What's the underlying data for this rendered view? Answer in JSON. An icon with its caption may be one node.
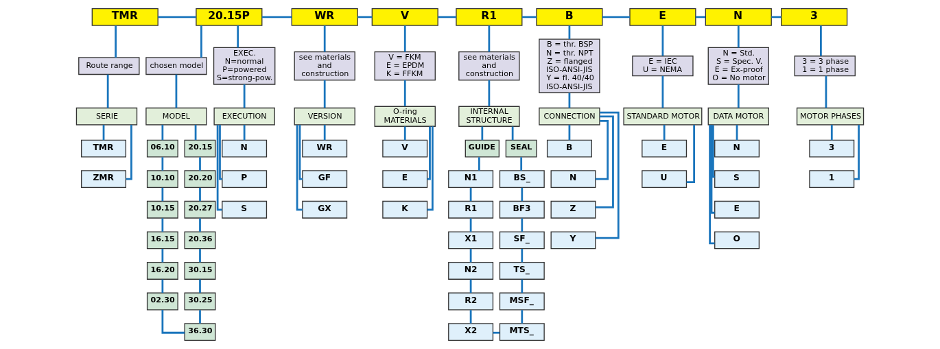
{
  "diagram": {
    "nodes": [
      {
        "text": [
          "TMR"
        ]
      },
      {
        "text": [
          "20.15P"
        ]
      },
      {
        "text": [
          "WR"
        ]
      },
      {
        "text": [
          "V"
        ]
      },
      {
        "text": [
          "R1"
        ]
      },
      {
        "text": [
          "B"
        ]
      },
      {
        "text": [
          "E"
        ]
      },
      {
        "text": [
          "N"
        ]
      },
      {
        "text": [
          "3"
        ]
      },
      {
        "text": [
          "Route range"
        ]
      },
      {
        "text": [
          "chosen model"
        ]
      },
      {
        "text": [
          "EXEC.",
          "N=normal",
          "P=powered",
          "S=strong-pow."
        ]
      },
      {
        "text": [
          "see materials and construction"
        ]
      },
      {
        "text": [
          "V = FKM",
          "E = EPDM",
          "K = FFKM"
        ]
      },
      {
        "text": [
          "see materials and construction"
        ]
      },
      {
        "text": [
          "B = thr. BSP",
          "N = thr. NPT",
          "Z = flanged ISO-ANSI-JIS",
          "Y = fl. 40/40 ISO-ANSI-JIS"
        ]
      },
      {
        "text": [
          "E = IEC",
          "U = NEMA"
        ]
      },
      {
        "text": [
          "N = Std.",
          "S = Spec. V.",
          "E = Ex-proof",
          "O = No motor"
        ]
      },
      {
        "text": [
          "3 = 3 phase",
          "1 = 1 phase"
        ]
      },
      {
        "text": [
          "SERIE"
        ]
      },
      {
        "text": [
          "MODEL"
        ]
      },
      {
        "text": [
          "EXECUTION"
        ]
      },
      {
        "text": [
          "VERSION"
        ]
      },
      {
        "text": [
          "O-ring MATERIALS"
        ]
      },
      {
        "text": [
          "INTERNAL STRUCTURE"
        ]
      },
      {
        "text": [
          "CONNECTION"
        ]
      },
      {
        "text": [
          "STANDARD MOTOR"
        ]
      },
      {
        "text": [
          "DATA MOTOR"
        ]
      },
      {
        "text": [
          "MOTOR PHASES"
        ]
      },
      {
        "text": [
          "TMR"
        ]
      },
      {
        "text": [
          "ZMR"
        ]
      },
      {
        "text": [
          "06.10"
        ]
      },
      {
        "text": [
          "10.10"
        ]
      },
      {
        "text": [
          "10.15"
        ]
      },
      {
        "text": [
          "16.15"
        ]
      },
      {
        "text": [
          "16.20"
        ]
      },
      {
        "text": [
          "02.30"
        ]
      },
      {
        "text": [
          "20.15"
        ]
      },
      {
        "text": [
          "20.20"
        ]
      },
      {
        "text": [
          "20.27"
        ]
      },
      {
        "text": [
          "20.36"
        ]
      },
      {
        "text": [
          "30.15"
        ]
      },
      {
        "text": [
          "30.25"
        ]
      },
      {
        "text": [
          "36.30"
        ]
      },
      {
        "text": [
          "N"
        ]
      },
      {
        "text": [
          "P"
        ]
      },
      {
        "text": [
          "S"
        ]
      },
      {
        "text": [
          "WR"
        ]
      },
      {
        "text": [
          "GF"
        ]
      },
      {
        "text": [
          "GX"
        ]
      },
      {
        "text": [
          "V"
        ]
      },
      {
        "text": [
          "E"
        ]
      },
      {
        "text": [
          "K"
        ]
      },
      {
        "text": [
          "GUIDE"
        ]
      },
      {
        "text": [
          "SEAL"
        ]
      },
      {
        "text": [
          "N1"
        ]
      },
      {
        "text": [
          "R1"
        ]
      },
      {
        "text": [
          "X1"
        ]
      },
      {
        "text": [
          "N2"
        ]
      },
      {
        "text": [
          "R2"
        ]
      },
      {
        "text": [
          "X2"
        ]
      },
      {
        "text": [
          "BS_"
        ]
      },
      {
        "text": [
          "BF3"
        ]
      },
      {
        "text": [
          "SF_"
        ]
      },
      {
        "text": [
          "TS_"
        ]
      },
      {
        "text": [
          "MSF_"
        ]
      },
      {
        "text": [
          "MTS_"
        ]
      },
      {
        "text": [
          "B"
        ]
      },
      {
        "text": [
          "N"
        ]
      },
      {
        "text": [
          "Z"
        ]
      },
      {
        "text": [
          "Y"
        ]
      },
      {
        "text": [
          "E"
        ]
      },
      {
        "text": [
          "U"
        ]
      },
      {
        "text": [
          "N"
        ]
      },
      {
        "text": [
          "S"
        ]
      },
      {
        "text": [
          "E"
        ]
      },
      {
        "text": [
          "O"
        ]
      },
      {
        "text": [
          "3"
        ]
      },
      {
        "text": [
          "1"
        ]
      }
    ],
    "edges": [
      {
        "from": 0,
        "to": 1,
        "arrow": "none"
      },
      {
        "from": 1,
        "to": 2,
        "arrow": "none"
      },
      {
        "from": 2,
        "to": 3,
        "arrow": "none"
      },
      {
        "from": 3,
        "to": 4,
        "arrow": "none"
      },
      {
        "from": 4,
        "to": 5,
        "arrow": "none"
      },
      {
        "from": 5,
        "to": 6,
        "arrow": "none"
      },
      {
        "from": 6,
        "to": 7,
        "arrow": "none"
      },
      {
        "from": 7,
        "to": 8,
        "arrow": "none"
      },
      {
        "from": 0,
        "to": 9,
        "arrow": "none"
      },
      {
        "from": 1,
        "to": 10,
        "arrow": "none"
      },
      {
        "from": 1,
        "to": 11,
        "arrow": "none"
      },
      {
        "from": 2,
        "to": 12,
        "arrow": "none"
      },
      {
        "from": 3,
        "to": 13,
        "arrow": "none"
      },
      {
        "from": 4,
        "to": 14,
        "arrow": "none"
      },
      {
        "from": 5,
        "to": 15,
        "arrow": "none"
      },
      {
        "from": 6,
        "to": 16,
        "arrow": "none"
      },
      {
        "from": 7,
        "to": 17,
        "arrow": "none"
      },
      {
        "from": 8,
        "to": 18,
        "arrow": "none"
      },
      {
        "from": 9,
        "to": 19,
        "arrow": "none"
      },
      {
        "from": 10,
        "to": 20,
        "arrow": "none"
      },
      {
        "from": 11,
        "to": 21,
        "arrow": "none"
      },
      {
        "from": 12,
        "to": 22,
        "arrow": "none"
      },
      {
        "from": 13,
        "to": 23,
        "arrow": "none"
      },
      {
        "from": 14,
        "to": 24,
        "arrow": "none"
      },
      {
        "from": 15,
        "to": 25,
        "arrow": "none"
      },
      {
        "from": 16,
        "to": 26,
        "arrow": "none"
      },
      {
        "from": 17,
        "to": 27,
        "arrow": "none"
      },
      {
        "from": 18,
        "to": 28,
        "arrow": "none"
      },
      {
        "from": 19,
        "to": 29,
        "arrow": "none"
      },
      {
        "from": 19,
        "to": 30,
        "arrow": "none"
      },
      {
        "from": 20,
        "to": 31,
        "arrow": "none"
      },
      {
        "from": 31,
        "to": 32,
        "arrow": "none"
      },
      {
        "from": 32,
        "to": 33,
        "arrow": "none"
      },
      {
        "from": 33,
        "to": 34,
        "arrow": "none"
      },
      {
        "from": 34,
        "to": 35,
        "arrow": "none"
      },
      {
        "from": 35,
        "to": 36,
        "arrow": "none"
      },
      {
        "from": 36,
        "to": 43,
        "arrow": "none"
      },
      {
        "from": 20,
        "to": 37,
        "arrow": "none"
      },
      {
        "from": 37,
        "to": 38,
        "arrow": "none"
      },
      {
        "from": 38,
        "to": 39,
        "arrow": "none"
      },
      {
        "from": 39,
        "to": 40,
        "arrow": "none"
      },
      {
        "from": 40,
        "to": 41,
        "arrow": "none"
      },
      {
        "from": 41,
        "to": 42,
        "arrow": "none"
      },
      {
        "from": 42,
        "to": 43,
        "arrow": "none"
      },
      {
        "from": 21,
        "to": 44,
        "arrow": "none"
      },
      {
        "from": 21,
        "to": 45,
        "arrow": "none"
      },
      {
        "from": 21,
        "to": 46,
        "arrow": "none"
      },
      {
        "from": 22,
        "to": 47,
        "arrow": "none"
      },
      {
        "from": 22,
        "to": 48,
        "arrow": "none"
      },
      {
        "from": 22,
        "to": 49,
        "arrow": "none"
      },
      {
        "from": 23,
        "to": 50,
        "arrow": "none"
      },
      {
        "from": 23,
        "to": 51,
        "arrow": "none"
      },
      {
        "from": 23,
        "to": 52,
        "arrow": "none"
      },
      {
        "from": 24,
        "to": 53,
        "arrow": "none"
      },
      {
        "from": 24,
        "to": 54,
        "arrow": "none"
      },
      {
        "from": 53,
        "to": 55,
        "arrow": "none"
      },
      {
        "from": 55,
        "to": 56,
        "arrow": "none"
      },
      {
        "from": 56,
        "to": 57,
        "arrow": "none"
      },
      {
        "from": 57,
        "to": 58,
        "arrow": "none"
      },
      {
        "from": 58,
        "to": 59,
        "arrow": "none"
      },
      {
        "from": 59,
        "to": 60,
        "arrow": "none"
      },
      {
        "from": 54,
        "to": 61,
        "arrow": "none"
      },
      {
        "from": 61,
        "to": 62,
        "arrow": "none"
      },
      {
        "from": 62,
        "to": 63,
        "arrow": "none"
      },
      {
        "from": 63,
        "to": 64,
        "arrow": "none"
      },
      {
        "from": 64,
        "to": 65,
        "arrow": "none"
      },
      {
        "from": 65,
        "to": 66,
        "arrow": "none"
      },
      {
        "from": 60,
        "to": 66,
        "arrow": "none"
      },
      {
        "from": 25,
        "to": 67,
        "arrow": "none"
      },
      {
        "from": 25,
        "to": 68,
        "arrow": "none"
      },
      {
        "from": 25,
        "to": 69,
        "arrow": "none"
      },
      {
        "from": 25,
        "to": 70,
        "arrow": "none"
      },
      {
        "from": 26,
        "to": 71,
        "arrow": "none"
      },
      {
        "from": 26,
        "to": 72,
        "arrow": "none"
      },
      {
        "from": 27,
        "to": 73,
        "arrow": "none"
      },
      {
        "from": 27,
        "to": 74,
        "arrow": "none"
      },
      {
        "from": 27,
        "to": 75,
        "arrow": "none"
      },
      {
        "from": 27,
        "to": 76,
        "arrow": "none"
      },
      {
        "from": 28,
        "to": 77,
        "arrow": "none"
      },
      {
        "from": 28,
        "to": 78,
        "arrow": "none"
      }
    ]
  }
}
